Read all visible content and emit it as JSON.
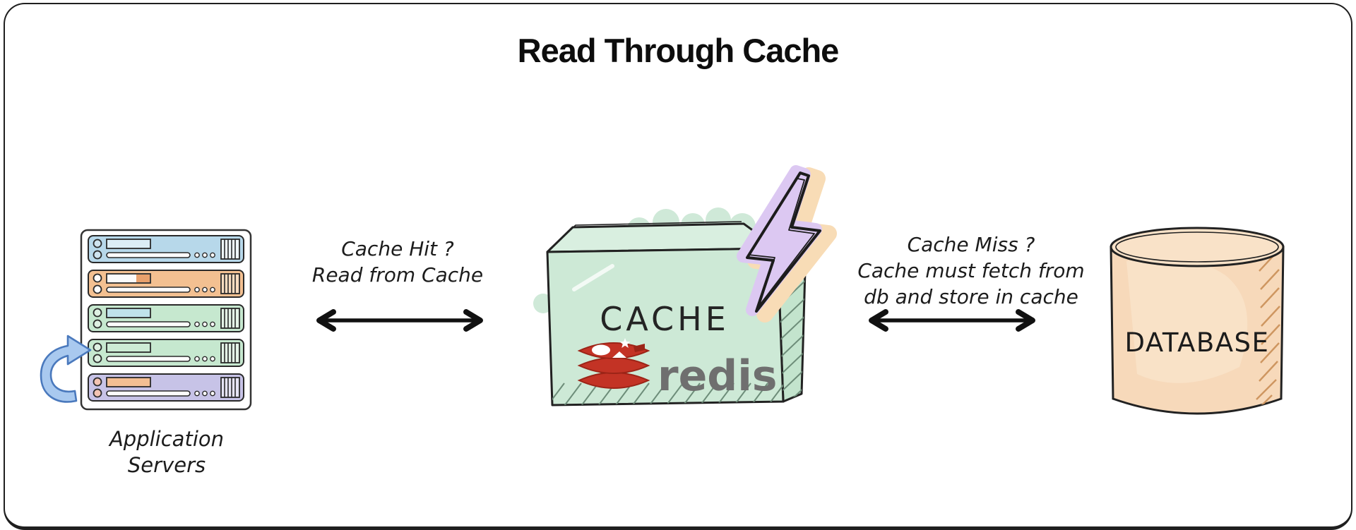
{
  "title": "Read Through Cache",
  "app_servers": {
    "label_line1": "Application",
    "label_line2": "Servers",
    "row_colors": [
      "#b7d8ea",
      "#f3c091",
      "#c6e8cf",
      "#c6e8cf",
      "#c7c3e7"
    ]
  },
  "cache": {
    "label": "CACHE",
    "vendor_label": "redis",
    "box_color": "#cde9d6",
    "bolt_color": "#dcc8f2",
    "bolt_glow_color": "#f8dcb6",
    "redis_red": "#c33325"
  },
  "database": {
    "label": "DATABASE",
    "color": "#f7d9ba"
  },
  "edges": {
    "cache_hit": {
      "line1": "Cache Hit ?",
      "line2": "Read from Cache"
    },
    "cache_miss": {
      "line1": "Cache Miss ?",
      "line2": "Cache must fetch from",
      "line3": "db and store in cache"
    }
  },
  "loop_arrow_color": "#a9c9ef"
}
